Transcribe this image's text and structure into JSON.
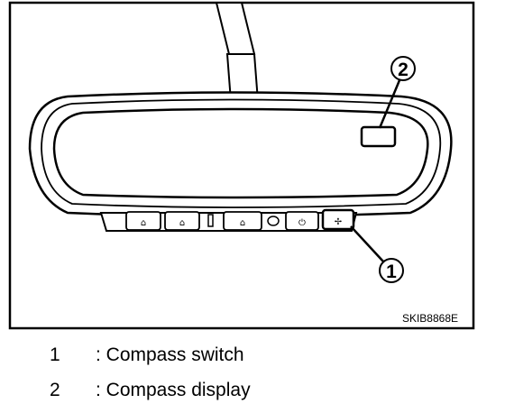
{
  "figure_code": "SKIB8868E",
  "callouts": [
    {
      "number": "1",
      "target": "compass-switch"
    },
    {
      "number": "2",
      "target": "compass-display"
    }
  ],
  "legend": [
    {
      "number": "1",
      "text": ": Compass switch"
    },
    {
      "number": "2",
      "text": ": Compass display"
    }
  ],
  "colors": {
    "line": "#000000",
    "background": "#ffffff"
  }
}
